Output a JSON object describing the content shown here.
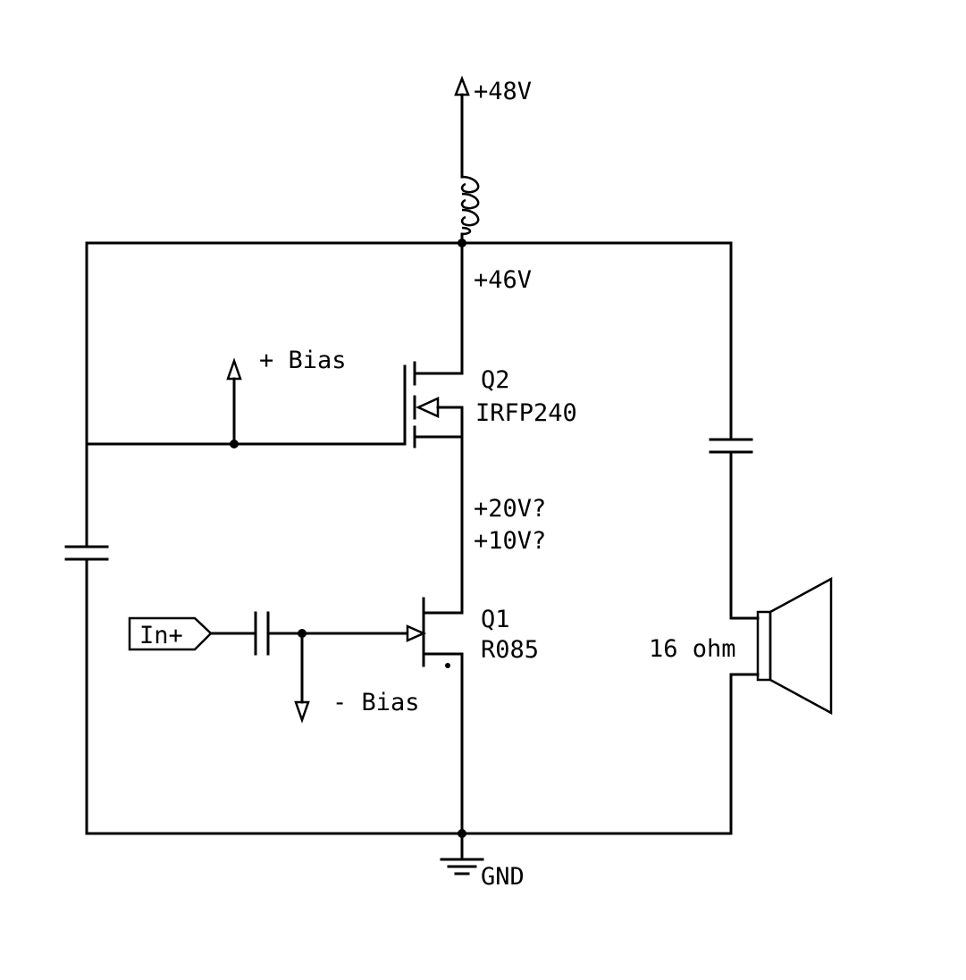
{
  "supply": {
    "label": "+48V"
  },
  "nodes": {
    "top_rail": "+46V",
    "mid_1": "+20V?",
    "mid_2": "+10V?"
  },
  "bias": {
    "plus": "+ Bias",
    "minus": "- Bias"
  },
  "q2": {
    "ref": "Q2",
    "part": "IRFP240"
  },
  "q1": {
    "ref": "Q1",
    "part": "R085"
  },
  "input": {
    "label": "In+"
  },
  "speaker": {
    "label": "16 ohm"
  },
  "ground": {
    "label": "GND"
  }
}
